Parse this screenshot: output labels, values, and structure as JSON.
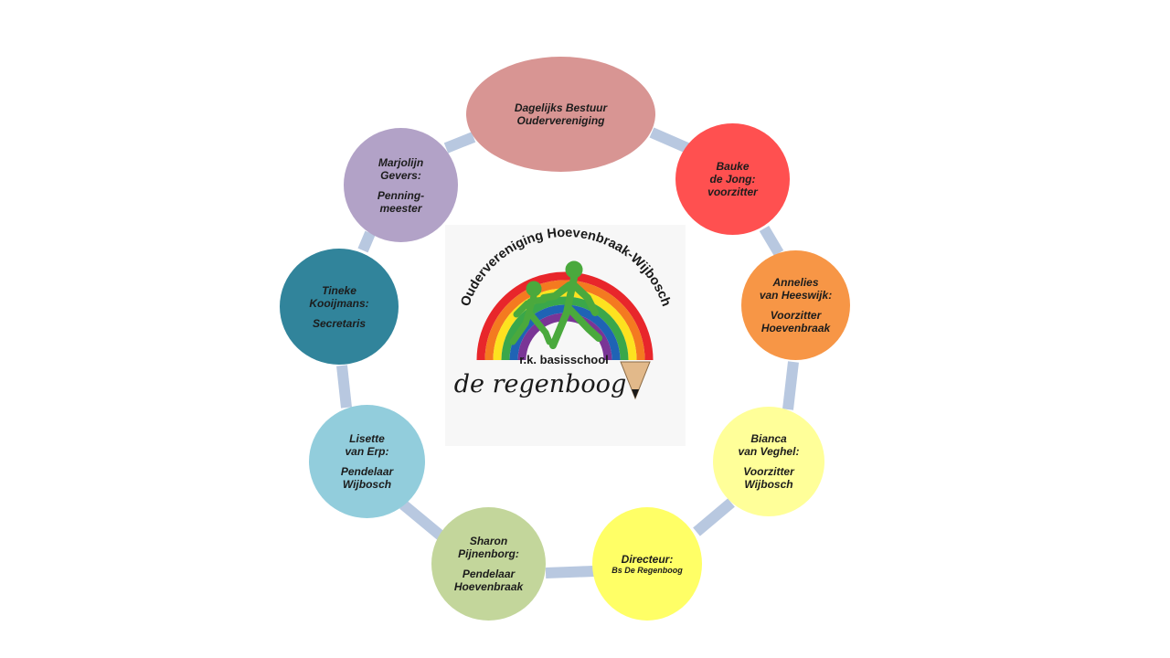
{
  "colors": {
    "connector": "#b8c8e0",
    "background": "#ffffff"
  },
  "nodes": [
    {
      "id": "bestuur",
      "color": "#d89593",
      "lines": [
        "Dagelijks Bestuur",
        "Oudervereniging"
      ]
    },
    {
      "id": "bauke",
      "color": "#ff5050",
      "lines": [
        "Bauke",
        "de Jong:",
        "voorzitter"
      ]
    },
    {
      "id": "annelies",
      "color": "#f79646",
      "lines": [
        "Annelies",
        "van Heeswijk:",
        "",
        "Voorzitter",
        "Hoevenbraak"
      ]
    },
    {
      "id": "bianca",
      "color": "#ffff99",
      "lines": [
        "Bianca",
        "van Veghel:",
        "",
        "Voorzitter",
        "Wijbosch"
      ]
    },
    {
      "id": "directeur",
      "color": "#ffff66",
      "lines": [
        "Directeur:"
      ],
      "small_lines": [
        "Bs De Regenboog"
      ]
    },
    {
      "id": "sharon",
      "color": "#c3d69b",
      "lines": [
        "Sharon",
        "Pijnenborg:",
        "",
        "Pendelaar",
        "Hoevenbraak"
      ]
    },
    {
      "id": "lisette",
      "color": "#92cddc",
      "lines": [
        "Lisette",
        "van Erp:",
        "",
        "Pendelaar",
        "Wijbosch"
      ]
    },
    {
      "id": "tineke",
      "color": "#31849b",
      "lines": [
        "Tineke",
        "Kooijmans:",
        "",
        "Secretaris"
      ]
    },
    {
      "id": "marjolijn",
      "color": "#b2a2c7",
      "lines": [
        "Marjolijn",
        "Gevers:",
        "",
        "Penning-",
        "meester"
      ]
    }
  ],
  "logo": {
    "arc_text": "Oudervereniging Hoevenbraak-Wijbosch",
    "school_label": "r.k. basisschool",
    "school_name": "de regenboog",
    "rainbow_colors": [
      "#e8262b",
      "#f47a20",
      "#fde21f",
      "#3aa74a",
      "#1f63b5",
      "#7a3596"
    ],
    "figure_color": "#4aa93d"
  }
}
